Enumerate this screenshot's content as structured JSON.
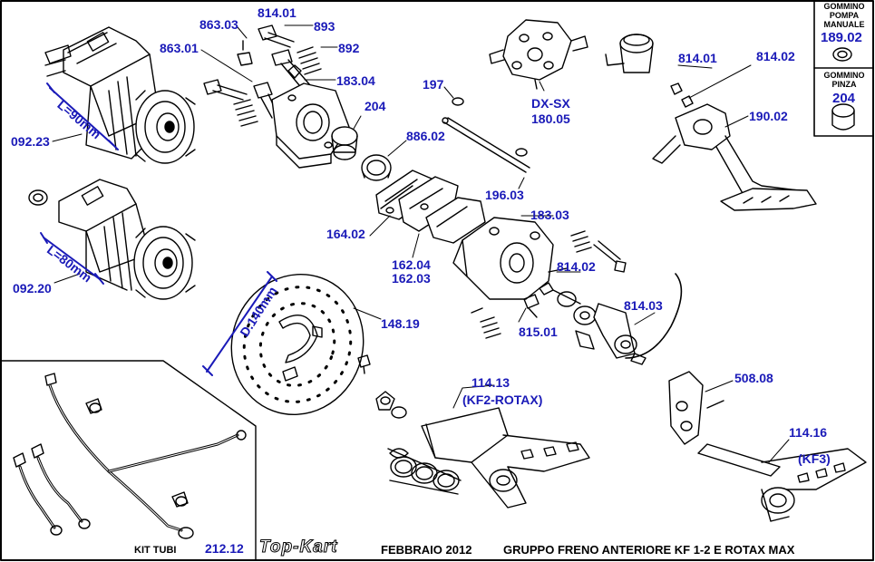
{
  "callouts": {
    "p863_03": "863.03",
    "p814_01_top": "814.01",
    "p893": "893",
    "p863_01": "863.01",
    "p892": "892",
    "p183_04": "183.04",
    "p204": "204",
    "p886_02": "886.02",
    "p197": "197",
    "p196_03": "196.03",
    "p183_03": "183.03",
    "p164_02": "164.02",
    "p162_04": "162.04",
    "p162_03": "162.03",
    "p814_02_mid": "814.02",
    "p815_01": "815.01",
    "p814_03": "814.03",
    "p148_19": "148.19",
    "p114_13": "114.13",
    "p114_13_sub": "(KF2-ROTAX)",
    "p508_08": "508.08",
    "p114_16": "114.16",
    "p114_16_sub": "(KF3)",
    "p092_23": "092.23",
    "p092_20": "092.20",
    "p212_12": "212.12",
    "dx_sx": "DX-SX",
    "p180_05": "180.05",
    "p814_01_right": "814.01",
    "p814_02_right": "814.02",
    "p190_02": "190.02"
  },
  "dimensions": {
    "hub_long": "L=90mm",
    "hub_short": "L=80mm",
    "disc": "D.140mm"
  },
  "side_boxes": {
    "pump_title": "GOMMINO POMPA MANUALE",
    "pump_code": "189.02",
    "caliper_title": "GOMMINO PINZA",
    "caliper_code": "204"
  },
  "kit": {
    "title": "KIT TUBI"
  },
  "footer": {
    "logo_text": "Top-Kart",
    "date": "FEBBRAIO 2012",
    "title": "GRUPPO FRENO ANTERIORE KF 1-2 E ROTAX MAX"
  },
  "colors": {
    "callout": "#1a1ab8",
    "line": "#000000"
  }
}
